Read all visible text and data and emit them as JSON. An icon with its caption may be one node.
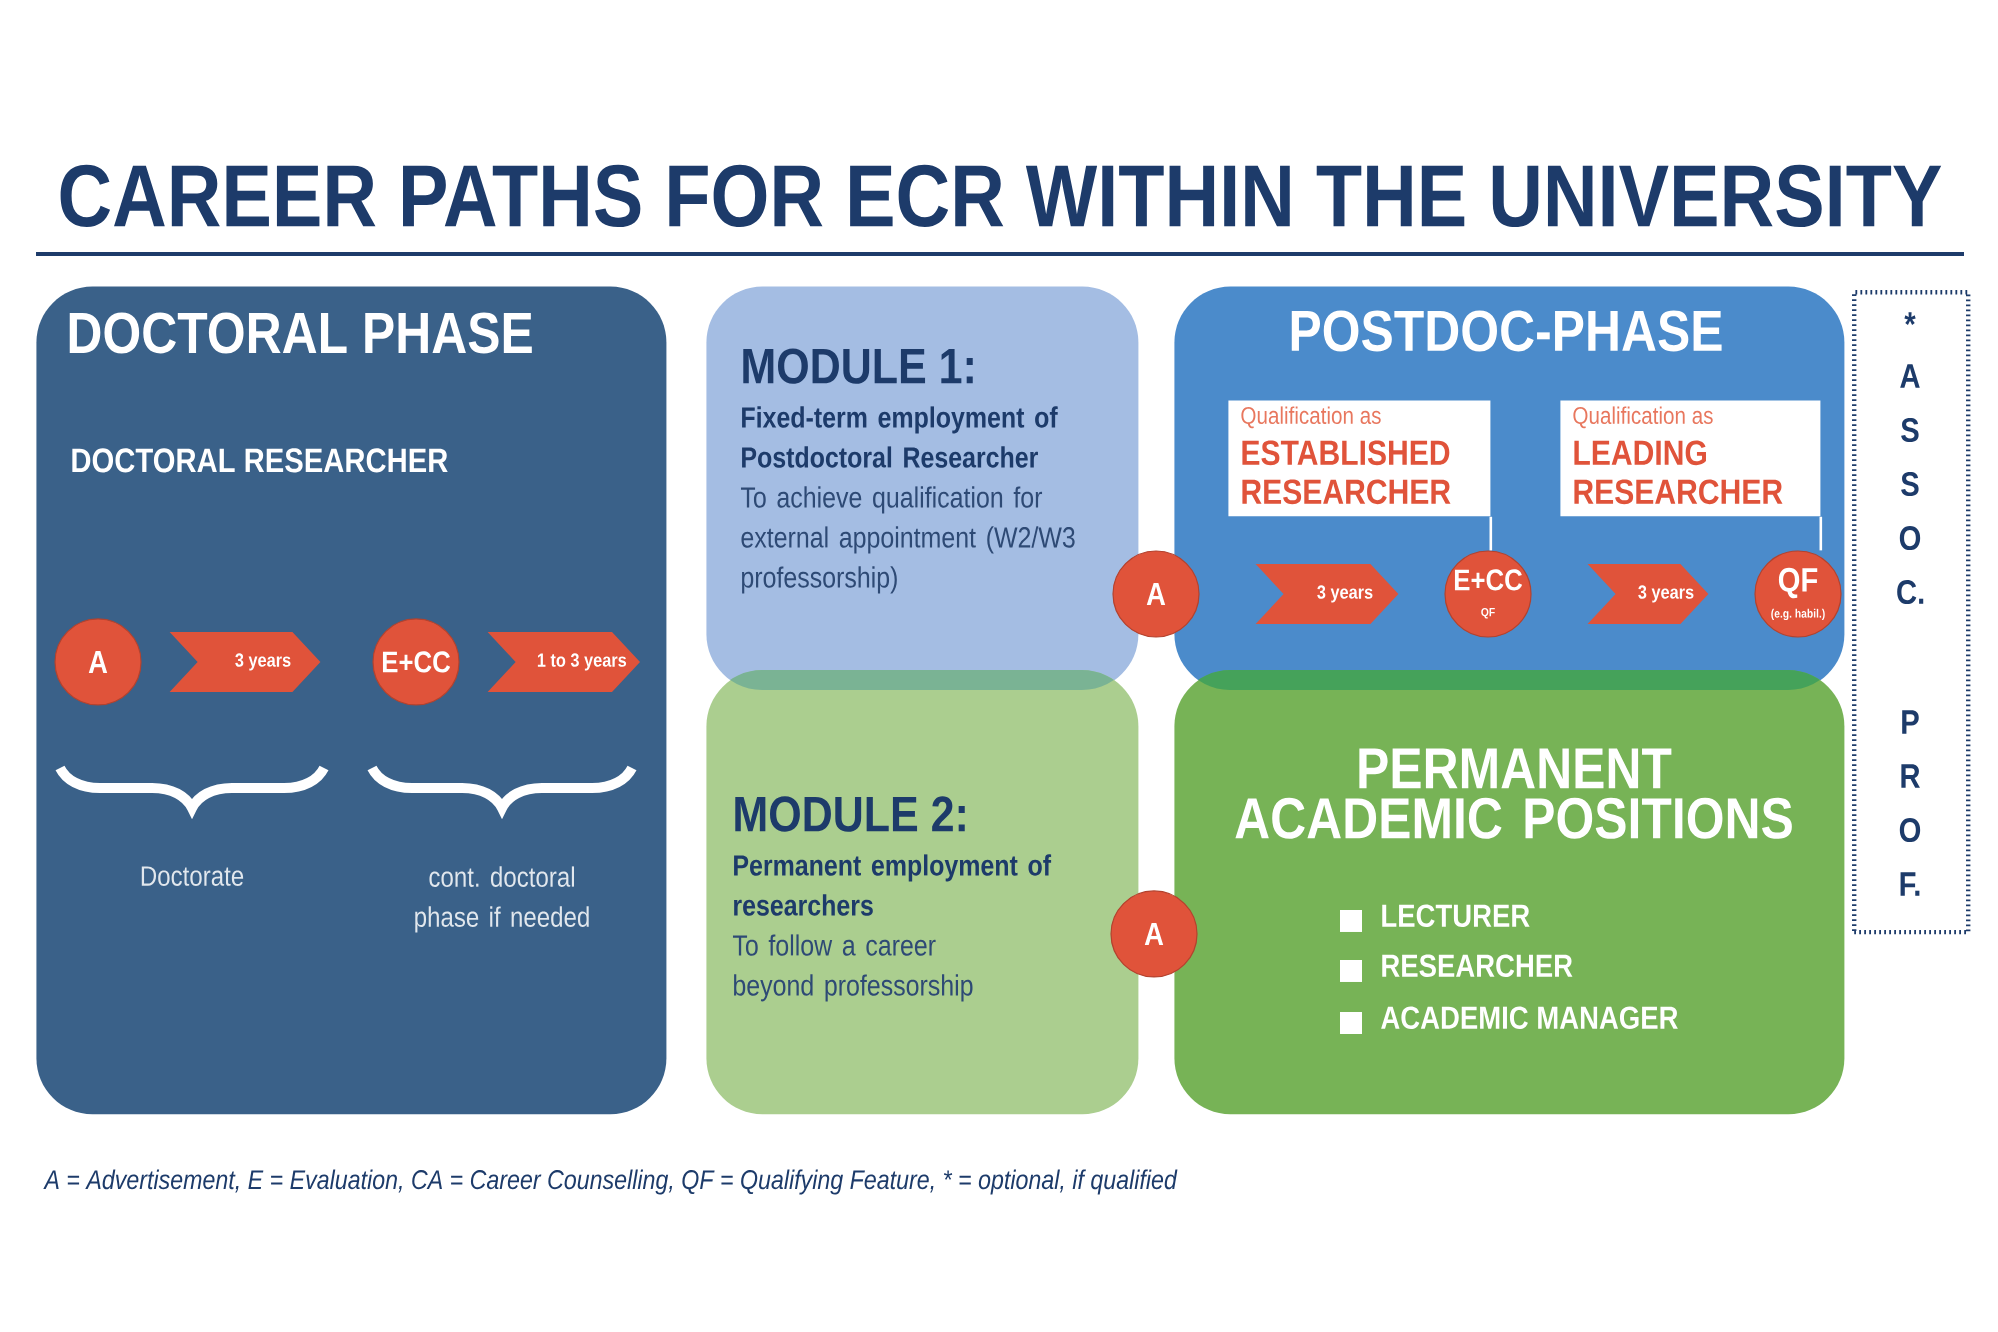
{
  "diagram": {
    "title": "CAREER PATHS FOR ECR WITHIN THE UNIVERSITY",
    "caption": "A = Advertisement, E = Evaluation, CA = Career Counselling, QF = Qualifying Feature, * = optional, if qualified",
    "nodes": [
      {
        "text": [
          "DOCTORAL PHASE",
          "DOCTORAL RESEARCHER"
        ]
      },
      {
        "text": [
          "A"
        ],
        "in": 0
      },
      {
        "text": [
          "E+CC"
        ],
        "in": 0
      },
      {
        "text": [
          "MODULE 1:",
          "Fixed-term employment of Postdoctoral Researcher",
          "To achieve qualification for external appointment (W2/W3 professorship)"
        ]
      },
      {
        "text": [
          "MODULE 2:",
          "Permanent employment of researchers",
          "To follow a career beyond professorship"
        ]
      },
      {
        "text": [
          "POSTDOC-PHASE"
        ]
      },
      {
        "text": [
          "Qualification as",
          "ESTABLISHED RESEARCHER"
        ],
        "in": 5
      },
      {
        "text": [
          "Qualification as",
          "LEADING RESEARCHER"
        ],
        "in": 5
      },
      {
        "text": [
          "A"
        ]
      },
      {
        "text": [
          "E+CC",
          "QF"
        ],
        "in": 5
      },
      {
        "text": [
          "QF",
          "(e.g. habil.)"
        ],
        "in": 5
      },
      {
        "text": [
          "PERMANENT ACADEMIC POSITIONS",
          "LECTURER",
          "RESEARCHER",
          "ACADEMIC MANAGER"
        ]
      },
      {
        "text": [
          "A"
        ]
      },
      {
        "text": [
          "*",
          "A S S O C.",
          "P R O F."
        ]
      }
    ],
    "edges": [
      {
        "from": 1,
        "to": 2,
        "arrow": "to",
        "label": "3 years"
      },
      {
        "from": 2,
        "to": null,
        "arrow": "to",
        "label": "1 to 3 years"
      },
      {
        "from": 8,
        "to": 9,
        "arrow": "to",
        "label": "3 years"
      },
      {
        "from": 9,
        "to": 10,
        "arrow": "to",
        "label": "3 years"
      },
      {
        "from": 6,
        "to": 9,
        "arrow": "none"
      },
      {
        "from": 7,
        "to": 10,
        "arrow": "none"
      }
    ],
    "labels": [
      "Doctorate",
      "cont. doctoral phase if needed"
    ]
  }
}
